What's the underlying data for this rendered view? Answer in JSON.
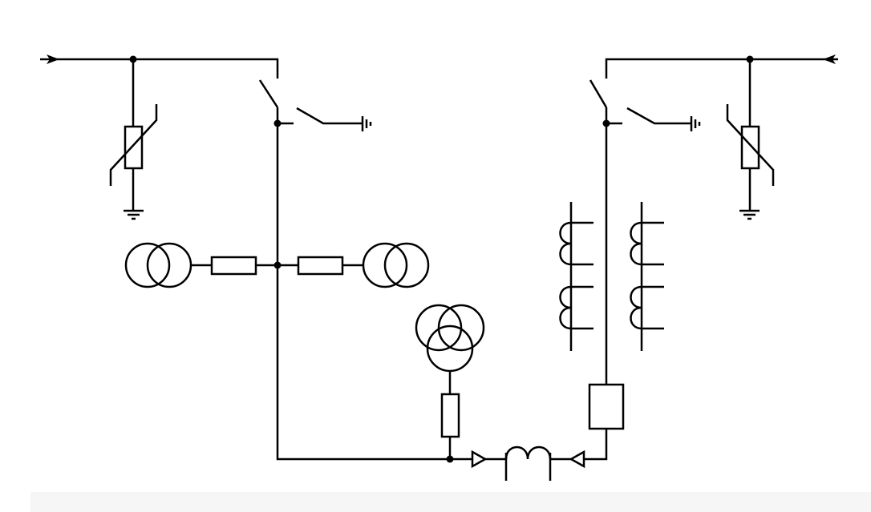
{
  "diagram": {
    "kind": "single-line electrical schematic",
    "colors": {
      "line": "#000000",
      "background": "#ffffff",
      "footer_strip": "#f6f6f6"
    },
    "components": [
      "incoming-line-arrow-left",
      "incoming-line-arrow-right",
      "surge-arrester-left",
      "surge-arrester-right",
      "disconnect-switch-left",
      "disconnect-switch-right",
      "earthing-switch-left",
      "earthing-switch-right",
      "two-winding-transformer-left",
      "two-winding-transformer-right",
      "three-winding-transformer",
      "fuse-left",
      "fuse-right",
      "fuse-vertical",
      "current-transformer-coils",
      "series-inductor",
      "breaker-box"
    ]
  }
}
